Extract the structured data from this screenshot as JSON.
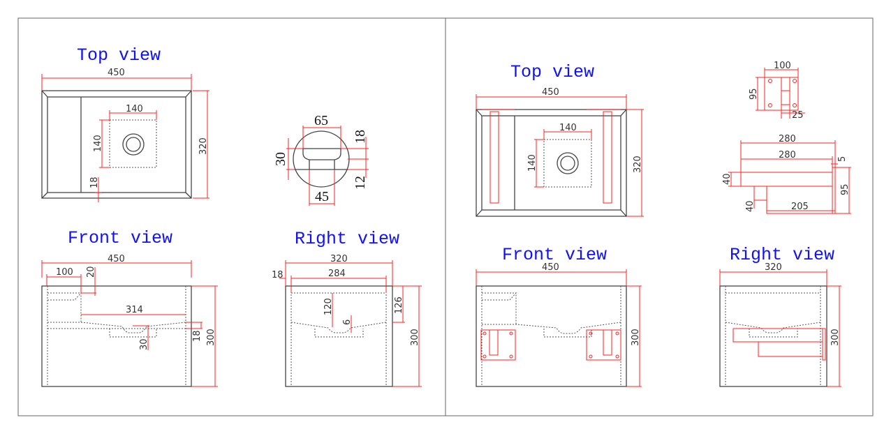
{
  "left_panel": {
    "top_view": {
      "title": "Top view",
      "dims": {
        "width": "450",
        "depth": "320",
        "drain_w": "140",
        "drain_d": "140",
        "wall": "18"
      }
    },
    "drain_detail": {
      "dims": {
        "top_w": "65",
        "bottom_w": "45",
        "height": "30",
        "upper": "18",
        "lower": "12"
      }
    },
    "front_view": {
      "title": "Front view",
      "dims": {
        "width": "450",
        "shelf_w": "100",
        "shelf_drop": "20",
        "basin_w": "314",
        "drain_depth": "30",
        "bottom_thk": "18",
        "height": "300"
      }
    },
    "right_view": {
      "title": "Right view",
      "dims": {
        "depth": "320",
        "inner": "284",
        "wall": "18",
        "basin_depth": "120",
        "slope": "6",
        "rim": "126",
        "height": "300"
      }
    }
  },
  "right_panel": {
    "top_view": {
      "title": "Top view",
      "dims": {
        "width": "450",
        "depth": "320",
        "drain_w": "140",
        "drain_d": "140"
      }
    },
    "bracket_plate": {
      "dims": {
        "width": "100",
        "height": "95",
        "slot": "25"
      }
    },
    "bracket_side": {
      "dims": {
        "length_outer": "280",
        "length_inner": "280",
        "plate_thk": "5",
        "arm_h": "40",
        "plate_h": "95",
        "offset": "40",
        "lower": "205"
      }
    },
    "front_view": {
      "title": "Front view",
      "dims": {
        "width": "450",
        "height": "300"
      }
    },
    "right_view": {
      "title": "Right view",
      "dims": {
        "depth": "320",
        "height": "300"
      }
    }
  },
  "colors": {
    "title": "#1010ff",
    "dimension": "#ff2020",
    "outline": "#444444"
  }
}
